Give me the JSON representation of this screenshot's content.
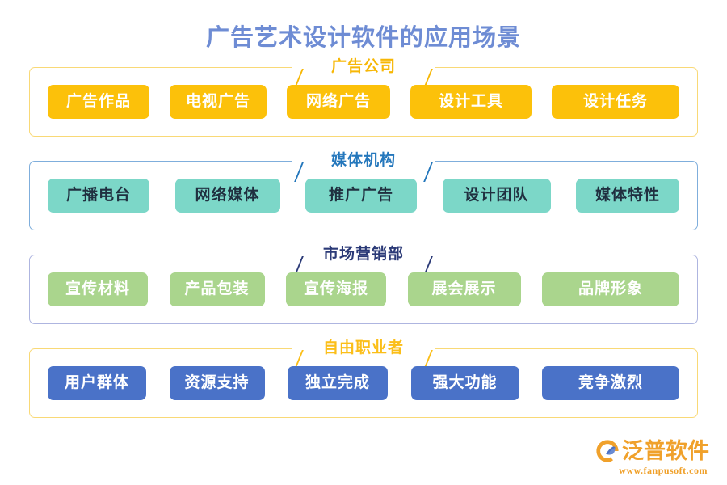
{
  "page": {
    "title": "广告艺术设计软件的应用场景",
    "title_color": "#6E8CD4",
    "background": "#ffffff"
  },
  "sections": [
    {
      "key": "advertising-company",
      "header": "广告公司",
      "header_color": "#F7B705",
      "frame_color": "#F9D976",
      "item_bg": "#FCC10A",
      "item_text_color": "#ffffff",
      "items": [
        {
          "label": "广告作品"
        },
        {
          "label": "电视广告"
        },
        {
          "label": "网络广告"
        },
        {
          "label": "设计工具"
        },
        {
          "label": "设计任务"
        }
      ]
    },
    {
      "key": "media-organization",
      "header": "媒体机构",
      "header_color": "#2477BC",
      "frame_color": "#7FAEDC",
      "item_bg": "#7CD7C8",
      "item_text_color": "#203040",
      "items": [
        {
          "label": "广播电台"
        },
        {
          "label": "网络媒体"
        },
        {
          "label": "推广广告"
        },
        {
          "label": "设计团队"
        },
        {
          "label": "媒体特性"
        }
      ]
    },
    {
      "key": "marketing-department",
      "header": "市场营销部",
      "header_color": "#2B3A77",
      "frame_color": "#AEB5E0",
      "item_bg": "#AAD58D",
      "item_text_color": "#ffffff",
      "items": [
        {
          "label": "宣传材料"
        },
        {
          "label": "产品包装"
        },
        {
          "label": "宣传海报"
        },
        {
          "label": "展会展示"
        },
        {
          "label": "品牌形象"
        }
      ]
    },
    {
      "key": "freelancer",
      "header": "自由职业者",
      "header_color": "#FBBE18",
      "frame_color": "#F9D976",
      "item_bg": "#4A72C8",
      "item_text_color": "#ffffff",
      "items": [
        {
          "label": "用户群体"
        },
        {
          "label": "资源支持"
        },
        {
          "label": "独立完成"
        },
        {
          "label": "强大功能"
        },
        {
          "label": "竞争激烈"
        }
      ]
    }
  ],
  "logo": {
    "name": "泛普软件",
    "url": "www.fanpusoft.com",
    "color": "#F0A12B",
    "mark_icon": "fanpu-swoosh-icon"
  }
}
